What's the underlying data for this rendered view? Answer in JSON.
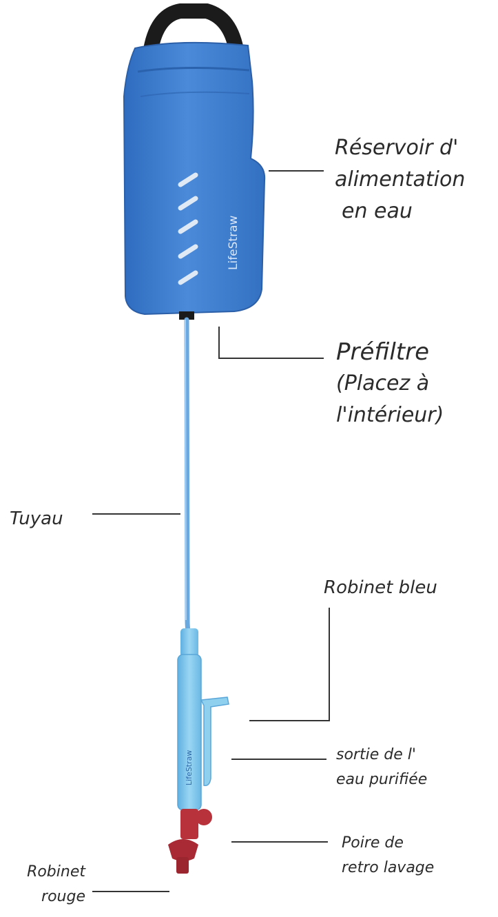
{
  "labels": {
    "reservoir": [
      "Réservoir d'",
      "alimentation",
      "en eau"
    ],
    "prefiltre_title": "Préfiltre",
    "prefiltre_note": [
      "(Placez à",
      "l'intérieur)"
    ],
    "tuyau": "Tuyau",
    "robinet_bleu": "Robinet bleu",
    "sortie": [
      "sortie de l'",
      "eau purifiée"
    ],
    "poire": [
      "Poire de",
      "retro lavage"
    ],
    "robinet_rouge": [
      "Robinet",
      "rouge"
    ]
  },
  "device": {
    "brand": "LifeStraw",
    "colors": {
      "bag": "#3f7fd0",
      "bag_dark": "#2e66b5",
      "strap": "#1b1b1b",
      "hose": "#6aa8e0",
      "filter": "#7ec6ea",
      "red": "#b8323c",
      "line": "#333333"
    }
  }
}
